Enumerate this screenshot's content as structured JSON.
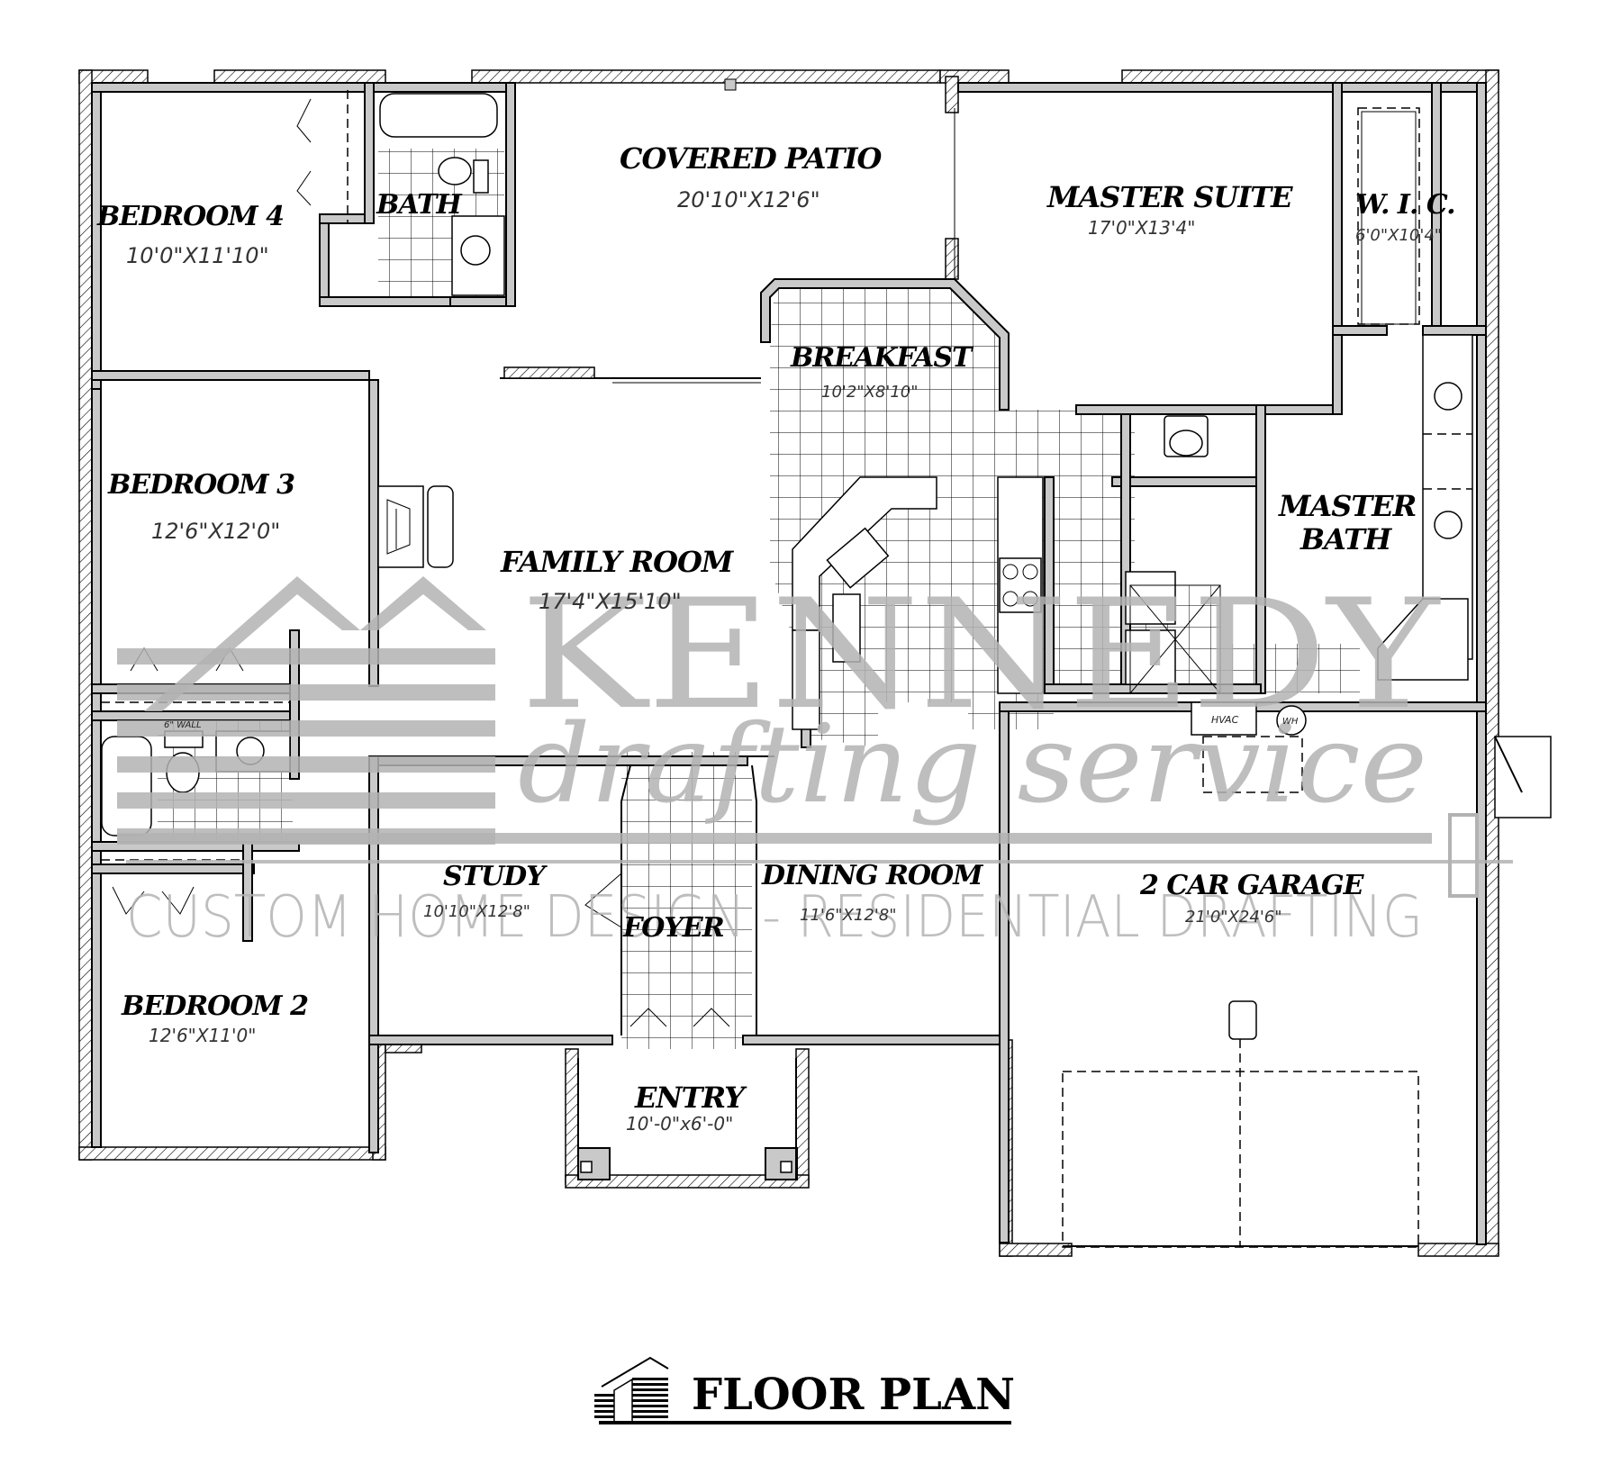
{
  "plan": {
    "title": "FLOOR PLAN",
    "watermark": {
      "company": "KENNEDY",
      "service": "drafting service",
      "tagline": "CUSTOM HOME DESIGN  -  RESIDENTIAL DRAFTING"
    },
    "rooms": {
      "bedroom4": {
        "name": "BEDROOM 4",
        "dim": "10'0\"X11'10\""
      },
      "bath": {
        "name": "BATH",
        "dim": ""
      },
      "covered_patio": {
        "name": "COVERED PATIO",
        "dim": "20'10\"X12'6\""
      },
      "master_suite": {
        "name": "MASTER SUITE",
        "dim": "17'0\"X13'4\""
      },
      "wic": {
        "name": "W. I. C.",
        "dim": "6'0\"X10'4\""
      },
      "breakfast": {
        "name": "BREAKFAST",
        "dim": "10'2\"X8'10\""
      },
      "bedroom3": {
        "name": "BEDROOM 3",
        "dim": "12'6\"X12'0\""
      },
      "family_room": {
        "name": "FAMILY ROOM",
        "dim": "17'4\"X15'10\""
      },
      "master_bath": {
        "name_line1": "MASTER",
        "name_line2": "BATH"
      },
      "study": {
        "name": "STUDY",
        "dim": "10'10\"X12'8\""
      },
      "foyer": {
        "name": "FOYER"
      },
      "dining_room": {
        "name": "DINING ROOM",
        "dim": "11'6\"X12'8\""
      },
      "garage": {
        "name": "2 CAR GARAGE",
        "dim": "21'0\"X24'6\""
      },
      "bedroom2": {
        "name": "BEDROOM 2",
        "dim": "12'6\"X11'0\""
      },
      "entry": {
        "name": "ENTRY",
        "dim": "10'-0\"x6'-0\""
      }
    },
    "annotations": {
      "wall_note": "6\" WALL",
      "hvac": "HVAC",
      "water_heater": "WH"
    }
  }
}
